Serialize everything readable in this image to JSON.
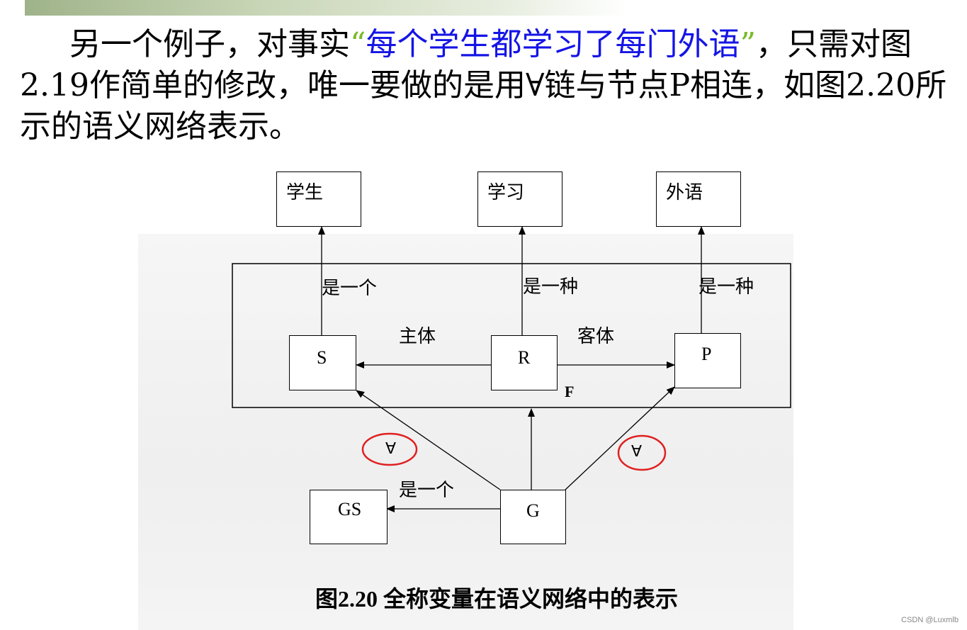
{
  "paragraph": {
    "part1": "另一个例子，对事实",
    "quote_open": "“",
    "highlight": "每个学生都学习了每门外语",
    "quote_close": "”",
    "part2": "，只需对图2.19作简单的修改，唯一要做的是用∀链与节点P相连，如图2.20所示的语义网络表示。"
  },
  "diagram": {
    "nodes": {
      "student": "学生",
      "study": "学习",
      "foreign_language": "外语",
      "s": "S",
      "r": "R",
      "p": "P",
      "gs": "GS",
      "g": "G"
    },
    "frame_label": "F",
    "edge_labels": {
      "s_isa": "是一个",
      "r_kind": "是一种",
      "p_kind": "是一种",
      "subject": "主体",
      "object": "客体",
      "g_isa": "是一个",
      "forall_left": "∀",
      "forall_right": "∀"
    },
    "annotation_color": "#e02020"
  },
  "caption": "图2.20  全称变量在语义网络中的表示",
  "watermark": "CSDN @Luxmlb"
}
